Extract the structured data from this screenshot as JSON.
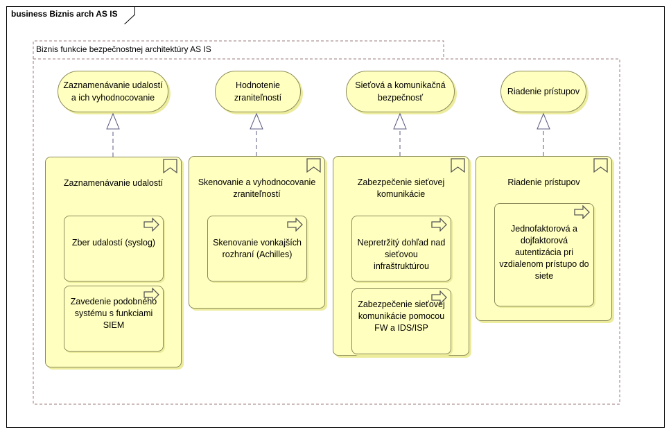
{
  "diagram": {
    "frame_title": "business Biznis arch AS IS",
    "group_title": "Biznis funkcie bezpečnostnej architektúry AS IS",
    "colors": {
      "fill": "#ffffc0",
      "border": "#8a8a5a",
      "shadow": "#ecec9c",
      "connector": "#5a5a80"
    },
    "functions": [
      {
        "label": "Zaznamenávanie udalostí a ich vyhodnocovanie"
      },
      {
        "label": "Hodnotenie zraniteľností"
      },
      {
        "label": "Sieťová a komunikačná bezpečnosť"
      },
      {
        "label": "Riadenie prístupov"
      }
    ],
    "blocks": [
      {
        "title": "Zaznamenávanie udalostí",
        "items": [
          {
            "label": "Zber udalostí (syslog)"
          },
          {
            "label": "Zavedenie podobného systému s funkciami SIEM"
          }
        ]
      },
      {
        "title": "Skenovanie a vyhodnocovanie zraniteľností",
        "items": [
          {
            "label": "Skenovanie vonkajších rozhraní (Achilles)"
          }
        ]
      },
      {
        "title": "Zabezpečenie sieťovej komunikácie",
        "items": [
          {
            "label": "Nepretržitý dohľad nad sieťovou infraštruktúrou"
          },
          {
            "label": "Zabezpečenie sieťovej komunikácie pomocou FW a IDS/ISP"
          }
        ]
      },
      {
        "title": "Riadenie prístupov",
        "items": [
          {
            "label": "Jednofaktorová a dojfaktorová autentizácia pri vzdialenom prístupo do siete"
          }
        ]
      }
    ],
    "icons": {
      "block": "bookmark-icon",
      "process": "process-arrow-icon",
      "relation": "realization-arrow"
    }
  }
}
